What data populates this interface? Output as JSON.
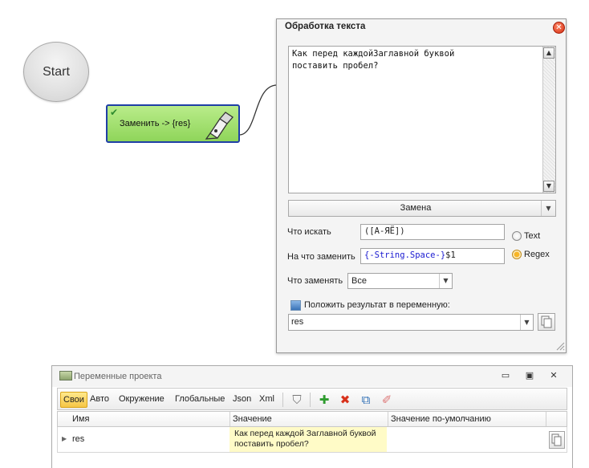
{
  "canvas": {
    "start_label": "Start",
    "action_label": "Заменить -> {res}"
  },
  "dialog": {
    "title": "Обработка текста",
    "text": "Как перед каждойЗаглавной буквой\nпоставить пробел?",
    "mode": "Замена",
    "search_label": "Что искать",
    "search_value": "([А-ЯЁ])",
    "replace_label": "На что заменить",
    "replace_value_macro": "{-String.Space-}",
    "replace_value_suffix": "$1",
    "which_label": "Что заменять",
    "which_value": "Все",
    "radio_text": "Text",
    "radio_regex": "Regex",
    "save_label": "Положить результат в переменную:",
    "save_var": "res"
  },
  "variables_panel": {
    "title": "Переменные проекта",
    "tabs": [
      "Свои",
      "Авто",
      "Окружение",
      "Глобальные",
      "Json",
      "Xml"
    ],
    "columns": [
      "Имя",
      "Значение",
      "Значение по-умолчанию"
    ],
    "rows": [
      {
        "name": "res",
        "value": "Как перед каждой Заглавной буквой поставить пробел?",
        "default": ""
      }
    ]
  },
  "colors": {
    "node_border": "#1f3fa6",
    "node_fill": "#9edf6b",
    "close": "#d52b0e",
    "active_tab": "#f6c646",
    "value_cell": "#fffbc7",
    "macro_blue": "#1a1ad1"
  },
  "icons": {
    "check": "check-icon",
    "pen": "pen-icon",
    "close": "close-icon",
    "filter": "filter-icon",
    "add": "add-icon",
    "delete": "delete-icon",
    "edit": "edit-icon",
    "clear": "eraser-icon",
    "copy": "copy-icon"
  }
}
